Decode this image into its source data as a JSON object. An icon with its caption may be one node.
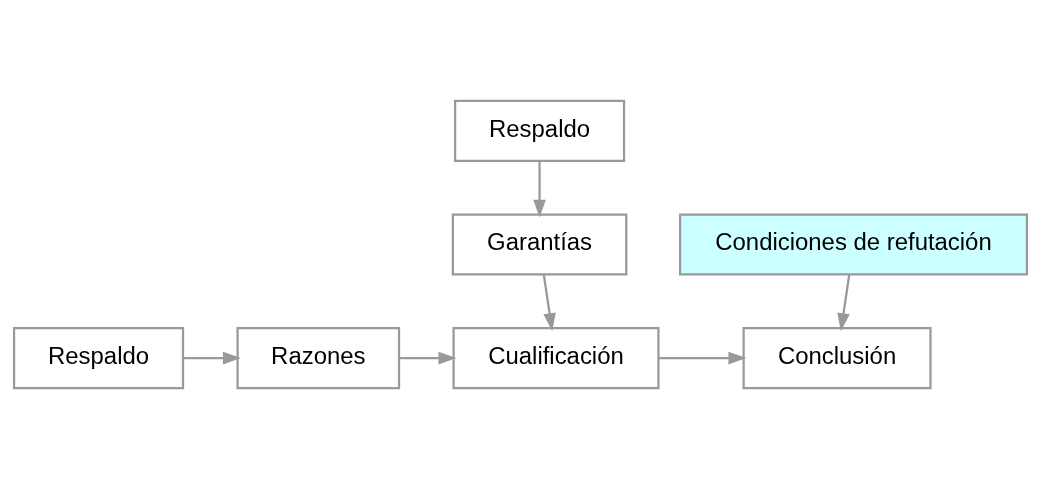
{
  "diagram": {
    "nodes": [
      {
        "text": [
          "Respaldo"
        ]
      },
      {
        "text": [
          "Garantías"
        ]
      },
      {
        "text": [
          "Respaldo"
        ]
      },
      {
        "text": [
          "Razones"
        ]
      },
      {
        "text": [
          "Cualificación"
        ]
      },
      {
        "text": [
          "Conclusión"
        ]
      },
      {
        "text": [
          "Condiciones de refutación"
        ]
      }
    ],
    "edges": [
      {
        "from": 0,
        "to": 1,
        "arrow": "to"
      },
      {
        "from": 2,
        "to": 3,
        "arrow": "to"
      },
      {
        "from": 3,
        "to": 4,
        "arrow": "to"
      },
      {
        "from": 1,
        "to": 4,
        "arrow": "to"
      },
      {
        "from": 4,
        "to": 5,
        "arrow": "to"
      },
      {
        "from": 6,
        "to": 5,
        "arrow": "to"
      }
    ]
  }
}
